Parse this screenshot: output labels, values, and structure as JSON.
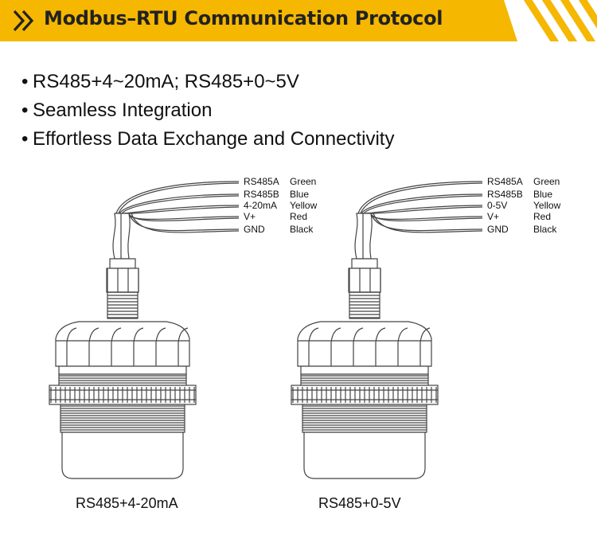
{
  "header": {
    "title": "Modbus–RTU Communication Protocol",
    "accent_color": "#f5b700",
    "chevron_icon": "double-chevron-right-icon"
  },
  "bullets": [
    "RS485+4~20mA; RS485+0~5V",
    "Seamless Integration",
    "Effortless Data Exchange and Connectivity"
  ],
  "sensors": [
    {
      "caption": "RS485+4-20mA",
      "wires": [
        {
          "signal": "RS485A",
          "color": "Green"
        },
        {
          "signal": "RS485B",
          "color": "Blue"
        },
        {
          "signal": "4-20mA",
          "color": "Yellow"
        },
        {
          "signal": "V+",
          "color": "Red"
        },
        {
          "signal": "GND",
          "color": "Black"
        }
      ]
    },
    {
      "caption": "RS485+0-5V",
      "wires": [
        {
          "signal": "RS485A",
          "color": "Green"
        },
        {
          "signal": "RS485B",
          "color": "Blue"
        },
        {
          "signal": "0-5V",
          "color": "Yellow"
        },
        {
          "signal": "V+",
          "color": "Red"
        },
        {
          "signal": "GND",
          "color": "Black"
        }
      ]
    }
  ]
}
